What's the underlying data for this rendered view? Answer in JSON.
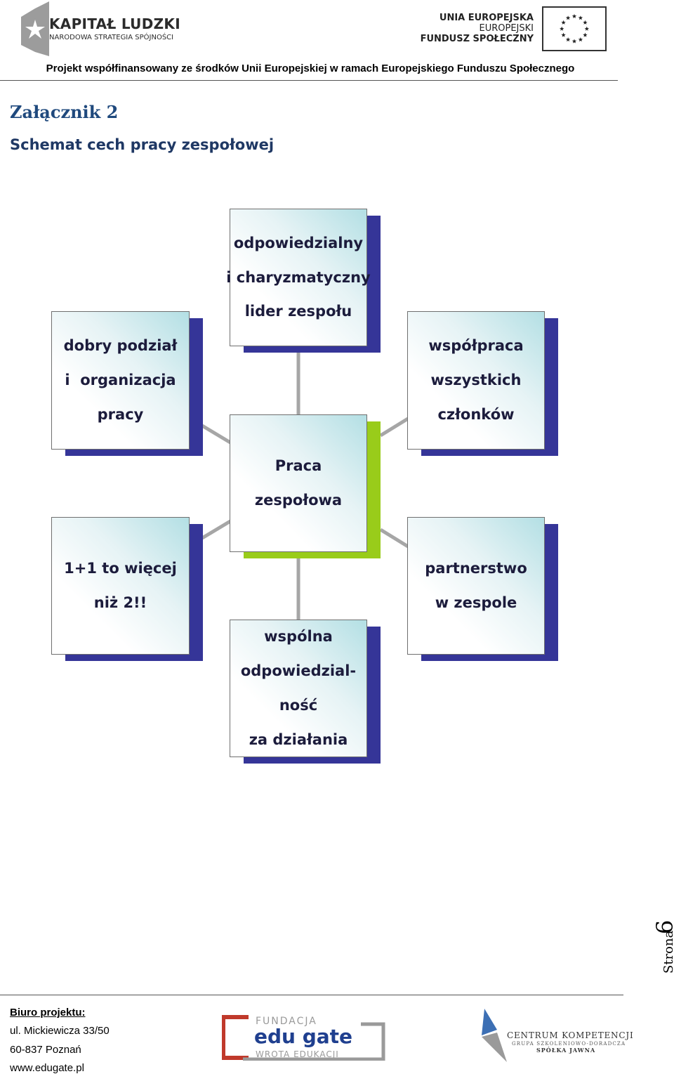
{
  "header": {
    "kl_title": "KAPITAŁ LUDZKI",
    "kl_subtitle": "NARODOWA STRATEGIA SPÓJNOŚCI",
    "ue_line1": "UNIA EUROPEJSKA",
    "ue_line2": "EUROPEJSKI",
    "ue_line3": "FUNDUSZ SPOŁECZNY",
    "project_note": "Projekt współfinansowany ze środków Unii Europejskiej w ramach Europejskiego Funduszu Społecznego"
  },
  "attachment": {
    "title": "Załącznik 2",
    "subtitle": "Schemat cech pracy zespołowej"
  },
  "diagram": {
    "center": {
      "lines": [
        "Praca",
        "zespołowa"
      ]
    },
    "nodes": [
      {
        "id": "top",
        "lines": [
          "odpowiedzialny",
          "i charyzmatyczny",
          "lider zespołu"
        ]
      },
      {
        "id": "top-left",
        "lines": [
          "dobry podział",
          "i  organizacja",
          "pracy"
        ]
      },
      {
        "id": "top-right",
        "lines": [
          "współpraca",
          "wszystkich",
          "członków"
        ]
      },
      {
        "id": "bottom-left",
        "lines": [
          "1+1 to więcej",
          "niż 2!!"
        ]
      },
      {
        "id": "bottom-right",
        "lines": [
          "partnerstwo",
          "w zespole"
        ]
      },
      {
        "id": "bottom",
        "lines": [
          "wspólna",
          "odpowiedzial-",
          "ność",
          "za działania"
        ]
      }
    ]
  },
  "side": {
    "label": "Strona",
    "number": "6"
  },
  "footer": {
    "office_label": "Biuro projektu:",
    "street": "ul. Mickiewicza 33/50",
    "city": "60-837 Poznań",
    "website": "www.edugate.pl",
    "edu_fundacja": "FUNDACJA",
    "edu_name": "edu gate",
    "edu_wrota": "WROTA EDUKACJI",
    "ck_name": "CENTRUM KOMPETENCJI",
    "ck_sub1": "GRUPA SZKOLENIOWO-DORADCZA",
    "ck_sub2": "SPÓŁKA JAWNA"
  },
  "colors": {
    "title_blue": "#1f497d",
    "shadow_navy": "#353598",
    "shadow_green": "#99cc1a",
    "connector_gray": "#a6a6a6"
  }
}
